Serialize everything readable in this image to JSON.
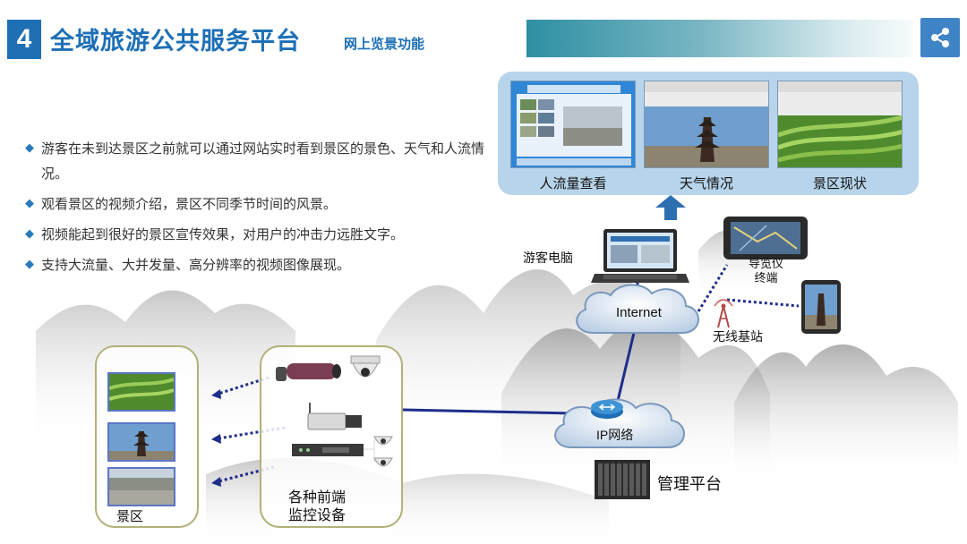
{
  "header": {
    "section_number": "4",
    "title": "全域旅游公共服务平台",
    "subtitle": "网上览景功能",
    "share_icon": "share-icon"
  },
  "bullets": [
    "游客在未到达景区之前就可以通过网站实时看到景区的景色、天气和人流情况。",
    "观看景区的视频介绍，景区不同季节时间的风景。",
    "视频能起到很好的景区宣传效果，对用户的冲击力远胜文字。",
    "支持大流量、大并发量、高分辨率的视频图像展现。"
  ],
  "diagram": {
    "screens": [
      "人流量查看",
      "天气情况",
      "景区现状"
    ],
    "tourist_pc": "游客电脑",
    "guide_device": "导览仪\n终端",
    "internet": "Internet",
    "wireless_station": "无线基站",
    "ip_network": "IP网络",
    "management_platform": "管理平台",
    "scenic_area": "景区",
    "front_devices": "各种前端\n监控设备"
  },
  "colors": {
    "accent": "#1d6fb6",
    "panel": "#b7d4ea",
    "dotted_link": "#1f2d8c",
    "box_border": "#b2b07a"
  }
}
